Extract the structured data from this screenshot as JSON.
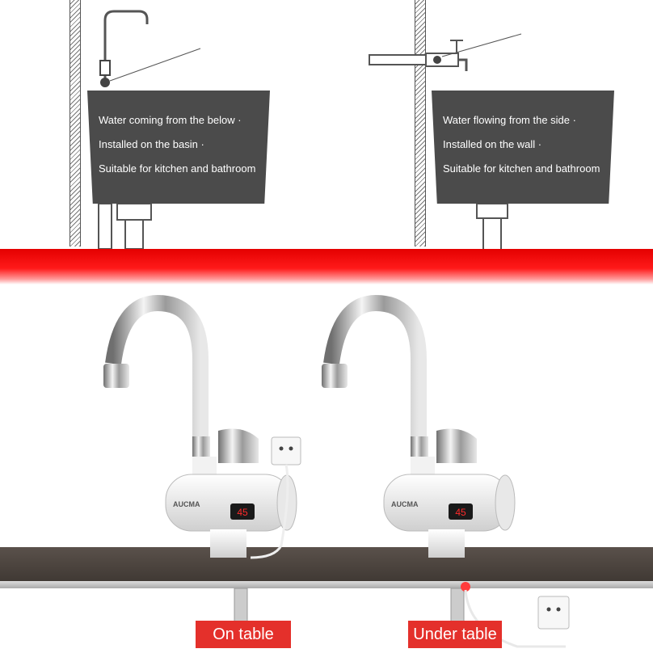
{
  "left_panel": {
    "lines": [
      "Water coming from the below ·",
      "Installed on the basin ·",
      "Suitable for kitchen and bathroom"
    ]
  },
  "right_panel": {
    "lines": [
      "Water flowing from the side ·",
      "Installed on the wall ·",
      "Suitable for kitchen and bathroom"
    ]
  },
  "brand": "AUCMA",
  "display_value": "45",
  "labels": {
    "on_table": "On table",
    "under_table": "Under table"
  },
  "colors": {
    "red_band": "#e40000",
    "label_bg": "#e4302b",
    "basin": "#4b4b4b",
    "table": "#4a423c",
    "display_digits": "#ff2a2a"
  }
}
